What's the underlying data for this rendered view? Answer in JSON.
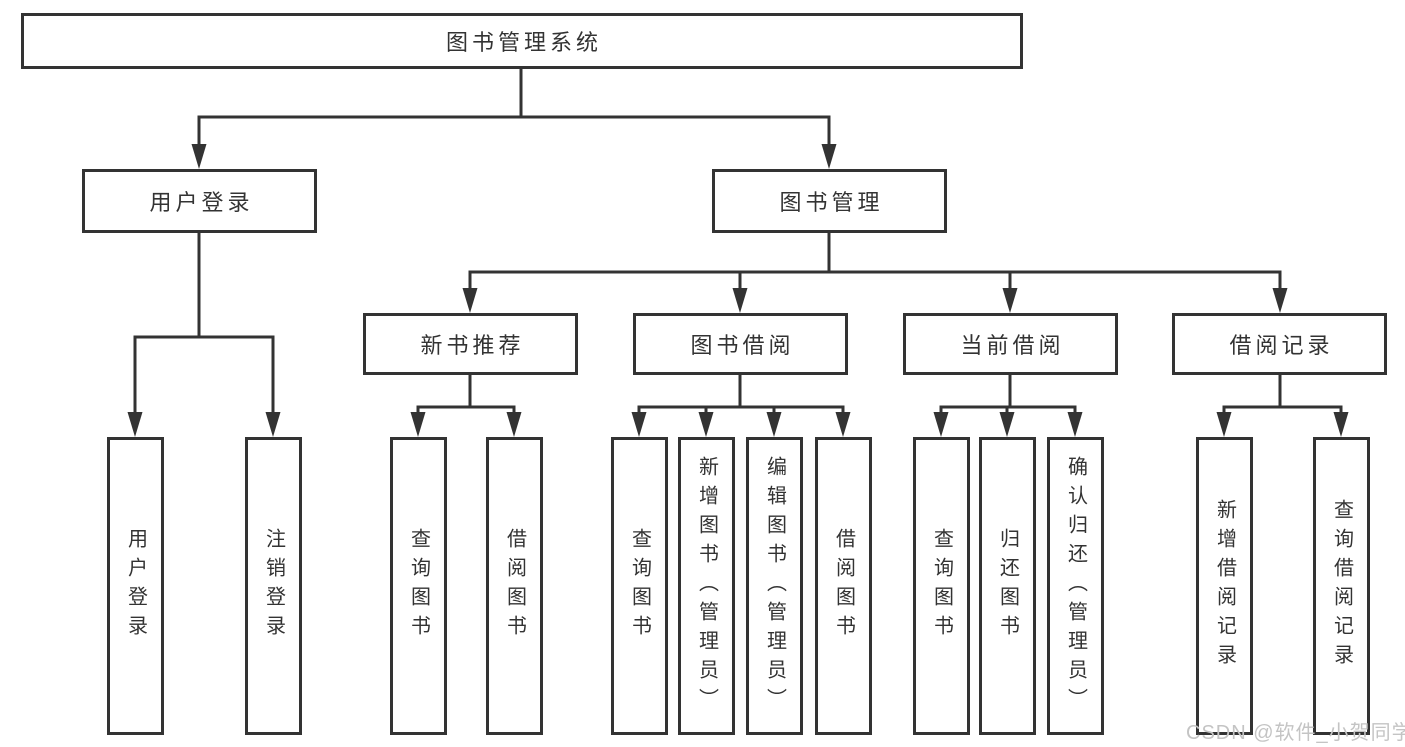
{
  "colors": {
    "line": "#333333",
    "text": "#333333",
    "background": "#ffffff",
    "watermark": "#c4c4c4"
  },
  "tree": {
    "root": {
      "label": "图书管理系统"
    },
    "branches": [
      {
        "label": "用户登录",
        "leaves": [
          {
            "label": "用户登录"
          },
          {
            "label": "注销登录"
          }
        ]
      },
      {
        "label": "图书管理",
        "groups": [
          {
            "label": "新书推荐",
            "leaves": [
              {
                "label": "查询图书"
              },
              {
                "label": "借阅图书"
              }
            ]
          },
          {
            "label": "图书借阅",
            "leaves": [
              {
                "label": "查询图书"
              },
              {
                "label": "新增图书（管理员）"
              },
              {
                "label": "编辑图书（管理员）"
              },
              {
                "label": "借阅图书"
              }
            ]
          },
          {
            "label": "当前借阅",
            "leaves": [
              {
                "label": "查询图书"
              },
              {
                "label": "归还图书"
              },
              {
                "label": "确认归还（管理员）"
              }
            ]
          },
          {
            "label": "借阅记录",
            "leaves": [
              {
                "label": "新增借阅记录"
              },
              {
                "label": "查询借阅记录"
              }
            ]
          }
        ]
      }
    ]
  },
  "watermark": {
    "text": "CSDN @软件_小贺同学"
  }
}
